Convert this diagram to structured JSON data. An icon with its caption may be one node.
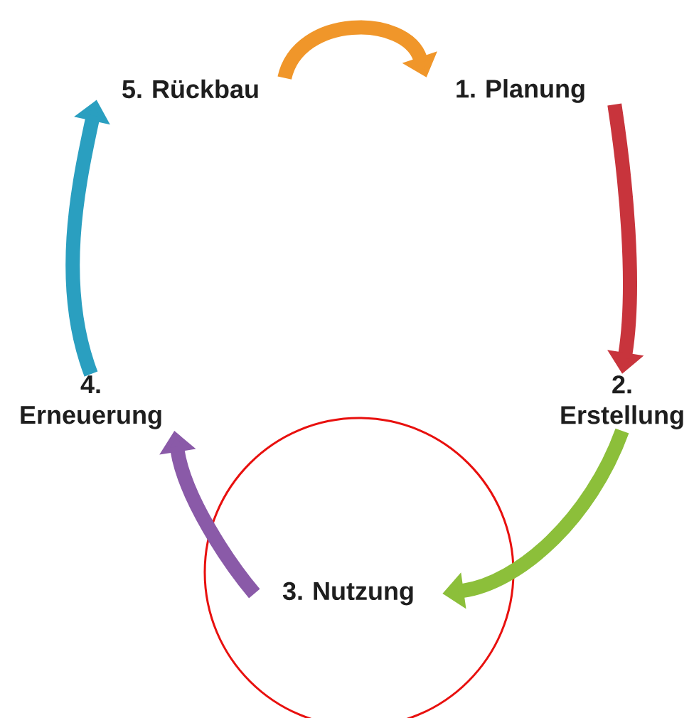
{
  "diagram": {
    "nodes": [
      {
        "text": [
          "1. Planung"
        ]
      },
      {
        "text": [
          "2. Erstellung"
        ]
      },
      {
        "text": [],
        "shape": "circle"
      },
      {
        "text": [
          "3. Nutzung"
        ],
        "in": 2
      },
      {
        "text": [
          "4. Erneuerung"
        ]
      },
      {
        "text": [
          "5. Rückbau"
        ]
      }
    ],
    "edges": [
      {
        "from": 5,
        "to": 0,
        "arrow": "to",
        "color": "#f0962a"
      },
      {
        "from": 0,
        "to": 1,
        "arrow": "to",
        "color": "#c8343c"
      },
      {
        "from": 1,
        "to": 3,
        "arrow": "to",
        "color": "#8cbf3a"
      },
      {
        "from": 3,
        "to": 4,
        "arrow": "to",
        "color": "#8a5aa8"
      },
      {
        "from": 4,
        "to": 5,
        "arrow": "to",
        "color": "#2a9fc0"
      }
    ]
  }
}
